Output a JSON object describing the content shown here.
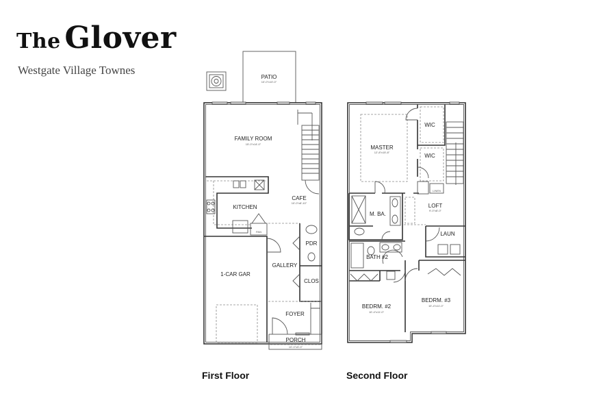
{
  "header": {
    "title_prefix": "The",
    "title_name": "Glover",
    "subtitle": "Westgate Village Townes"
  },
  "floors": {
    "first": {
      "label": "First Floor",
      "rooms": {
        "patio": {
          "name": "PATIO",
          "dims": "10'-0\"x10'-0\""
        },
        "family_room": {
          "name": "FAMILY ROOM",
          "dims": "15'-0\"x14'-0\""
        },
        "kitchen": {
          "name": "KITCHEN"
        },
        "cafe": {
          "name": "CAFE",
          "dims": "10'-0\"x8'-10\""
        },
        "pantry": {
          "name": "PAN"
        },
        "pdr": {
          "name": "PDR"
        },
        "garage": {
          "name": "1-CAR GAR"
        },
        "gallery": {
          "name": "GALLERY"
        },
        "clos": {
          "name": "CLOS"
        },
        "foyer": {
          "name": "FOYER"
        },
        "porch": {
          "name": "PORCH",
          "dims": "10'-0\"x5'-0\""
        }
      }
    },
    "second": {
      "label": "Second Floor",
      "rooms": {
        "master": {
          "name": "MASTER",
          "dims": "12'-8\"x15'-8\""
        },
        "wic1": {
          "name": "WIC"
        },
        "wic2": {
          "name": "WIC"
        },
        "linen": {
          "name": "LINEN"
        },
        "loft": {
          "name": "LOFT",
          "dims": "9'-0\"x8'-0\""
        },
        "master_bath": {
          "name": "M. BA."
        },
        "laun": {
          "name": "LAUN"
        },
        "bath2": {
          "name": "BATH #2"
        },
        "bedroom2": {
          "name": "BEDRM. #2",
          "dims": "10'-4\"x11'-0\""
        },
        "bedroom3": {
          "name": "BEDRM. #3",
          "dims": "10'-4\"x11'-0\""
        }
      }
    }
  }
}
